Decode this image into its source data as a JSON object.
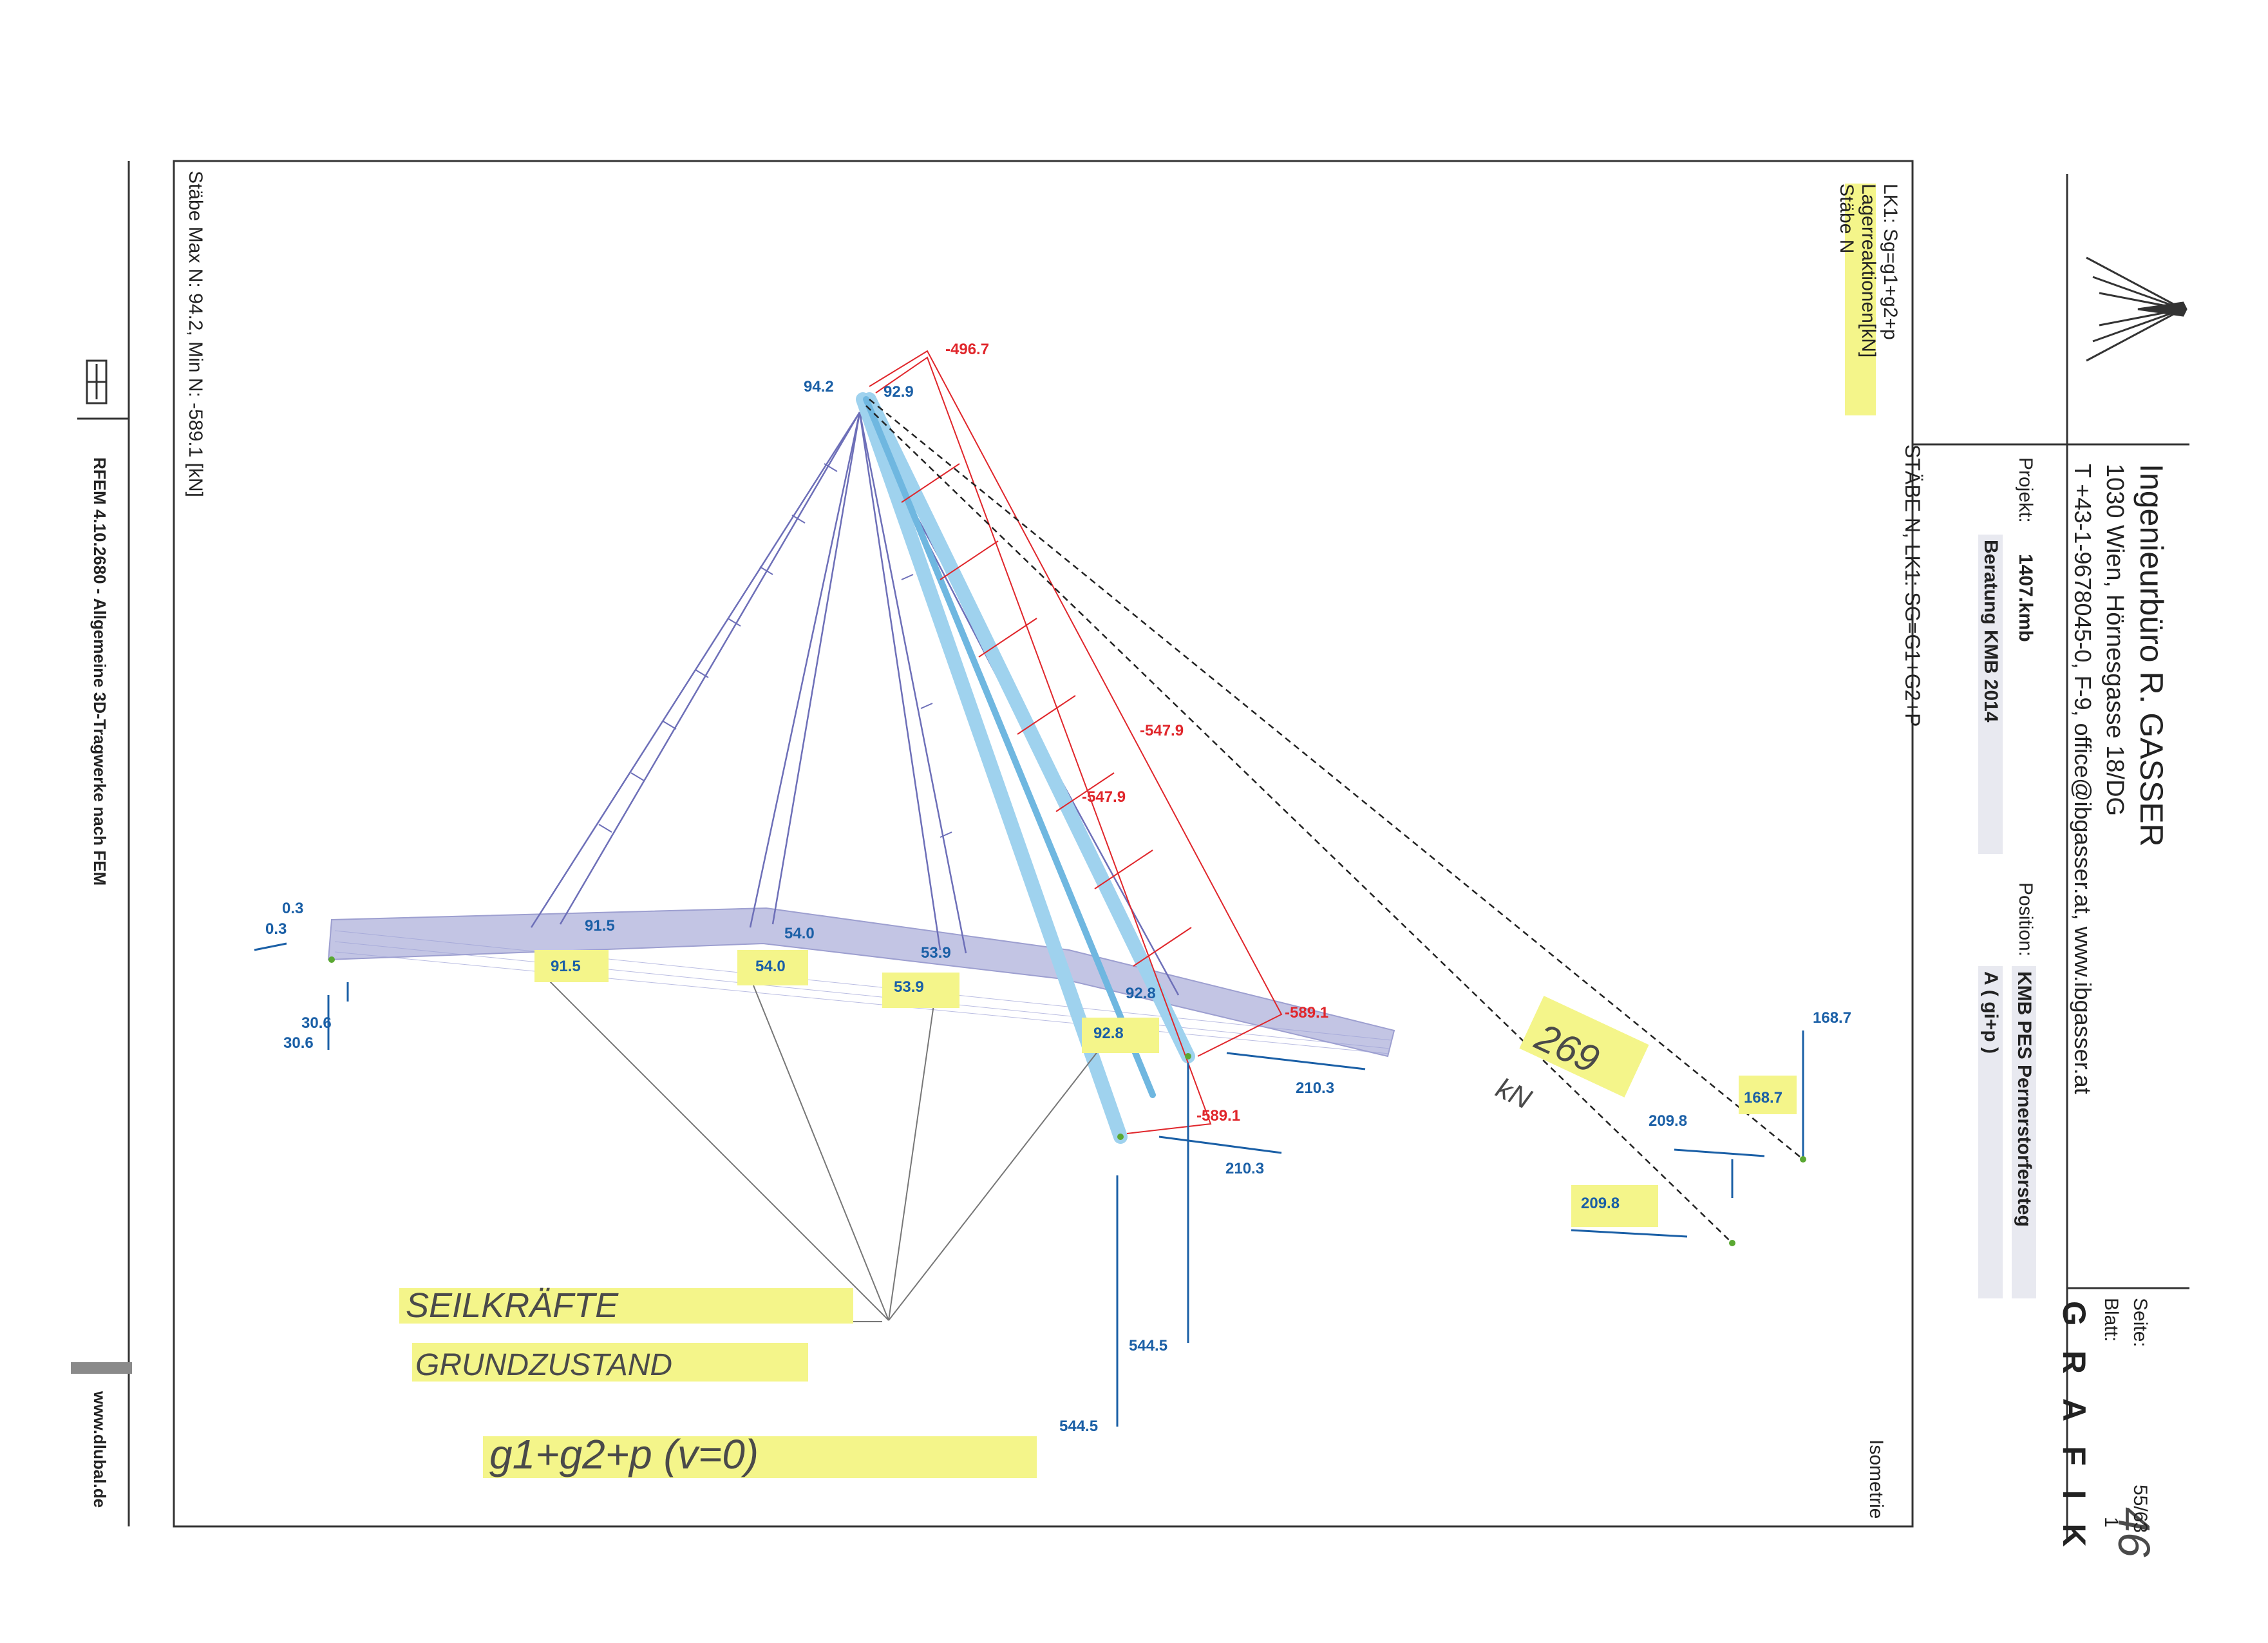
{
  "page": {
    "seite_label": "Seite:",
    "seite_value": "55/63",
    "blatt_label": "Blatt:",
    "blatt_value": "1",
    "section": "GRAFIK",
    "handwritten_page_no": "46"
  },
  "company": {
    "name": "Ingenieurbüro R. GASSER",
    "address": "1030 Wien, Hörnesgasse 18/DG",
    "contact": "T +43-1-9678045-0, F-9,  office@ibgasser.at,  www.ibgasser.at"
  },
  "project": {
    "label": "Projekt:",
    "file": "1407.kmb",
    "subtitle": "Beratung KMB 2014",
    "position_label": "Position:",
    "position": "KMB PES Pernerstorfersteg",
    "position_sub": "A ( gi+p )"
  },
  "view": {
    "title": "STÄBE N, LK1: SG=G1+G2+P",
    "lk_line1": "LK1: Sg=g1+g2+p",
    "lk_line2": "Lagerreaktionen[kN]",
    "lk_line3": "Stäbe N",
    "summary": "Stäbe Max N: 94.2, Min N: -589.1 [kN]",
    "view_mode": "Isometrie"
  },
  "footer": {
    "software": "RFEM 4.10.2680 - Allgemeine 3D-Tragwerke nach FEM",
    "website": "www.dlubal.de"
  },
  "diagram": {
    "labels": [
      {
        "id": "top-a",
        "text": "94.2",
        "kind": "positive"
      },
      {
        "id": "top-b",
        "text": "92.9",
        "kind": "positive"
      },
      {
        "id": "neg-top",
        "text": "-496.7",
        "kind": "negative"
      },
      {
        "id": "neg-mid1",
        "text": "-547.9",
        "kind": "negative"
      },
      {
        "id": "neg-mid2",
        "text": "-547.9",
        "kind": "negative"
      },
      {
        "id": "neg-bot1",
        "text": "-589.1",
        "kind": "negative"
      },
      {
        "id": "neg-bot2",
        "text": "-589.1",
        "kind": "negative"
      },
      {
        "id": "c1-up",
        "text": "91.5",
        "kind": "positive"
      },
      {
        "id": "c1-lo",
        "text": "91.5",
        "kind": "highlighted"
      },
      {
        "id": "c2-up",
        "text": "54.0",
        "kind": "positive"
      },
      {
        "id": "c2-lo",
        "text": "54.0",
        "kind": "highlighted"
      },
      {
        "id": "c3-up",
        "text": "53.9",
        "kind": "positive"
      },
      {
        "id": "c3-lo",
        "text": "53.9",
        "kind": "highlighted"
      },
      {
        "id": "c4-up",
        "text": "92.8",
        "kind": "positive"
      },
      {
        "id": "c4-lo",
        "text": "92.8",
        "kind": "highlighted"
      },
      {
        "id": "sup-h1",
        "text": "0.3",
        "kind": "positive"
      },
      {
        "id": "sup-h2",
        "text": "0.3",
        "kind": "positive"
      },
      {
        "id": "sup-v1",
        "text": "30.6",
        "kind": "positive"
      },
      {
        "id": "sup-v2",
        "text": "30.6",
        "kind": "positive"
      },
      {
        "id": "pyl-h1",
        "text": "210.3",
        "kind": "positive"
      },
      {
        "id": "pyl-h2",
        "text": "210.3",
        "kind": "positive"
      },
      {
        "id": "pyl-v1",
        "text": "544.5",
        "kind": "positive"
      },
      {
        "id": "pyl-v2",
        "text": "544.5",
        "kind": "positive"
      },
      {
        "id": "anc-v1",
        "text": "168.7",
        "kind": "positive"
      },
      {
        "id": "anc-v2",
        "text": "168.7",
        "kind": "highlighted"
      },
      {
        "id": "anc-h1",
        "text": "209.8",
        "kind": "positive"
      },
      {
        "id": "anc-h2",
        "text": "209.8",
        "kind": "highlighted"
      }
    ]
  },
  "handwriting": {
    "line1": "SEILKRÄFTE",
    "line2": "GRUNDZUSTAND",
    "line3": "g1+g2+p   (v=0)",
    "note_value": "269",
    "note_unit": "kN"
  },
  "colors": {
    "negative": "#e0262b",
    "positive": "#1a5fa6",
    "highlight": "#f4f58a",
    "deck": "#b9bce0",
    "cable": "#6d6fb8",
    "pylon": "#9fd2ee"
  }
}
